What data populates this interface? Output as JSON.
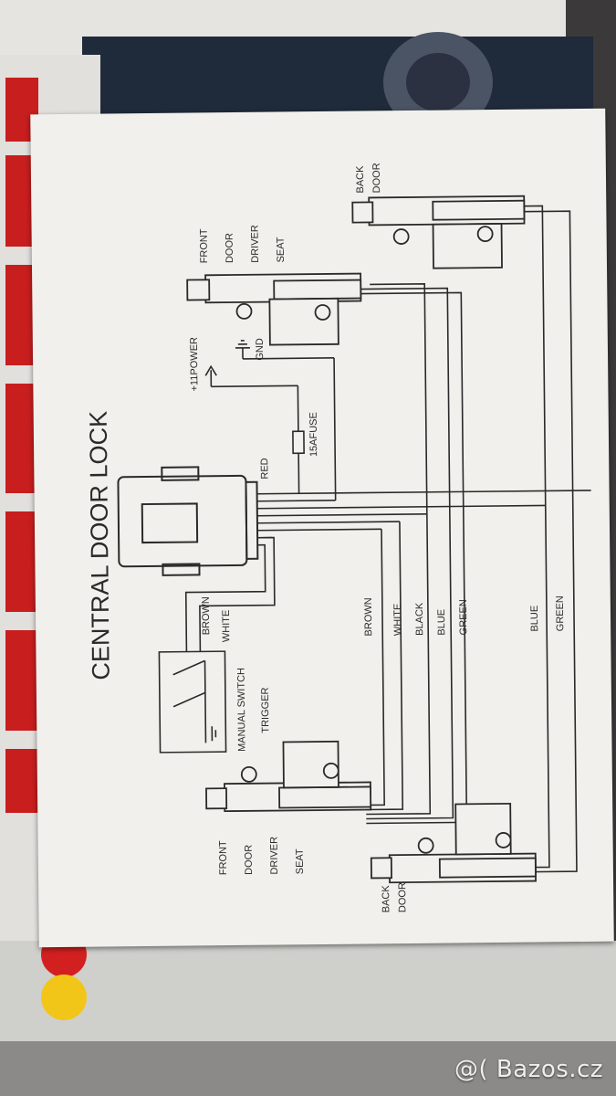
{
  "title": "CENTRAL DOOR LOCK",
  "labels": {
    "front_left_1": "FRONT",
    "front_left_2": "DOOR",
    "front_left_3": "DRIVER",
    "front_left_4": "SEAT",
    "front_right_1": "FRONT",
    "front_right_2": "DOOR",
    "front_right_3": "DRIVER",
    "front_right_4": "SEAT",
    "back_top_1": "BACK",
    "back_top_2": "DOOR",
    "back_bottom_1": "BACK",
    "back_bottom_2": "DOOR",
    "power": "+11POWER",
    "gnd": "GND",
    "fuse": "15AFUSE",
    "red": "RED",
    "brown_switch": "BROWN",
    "white_switch": "WHITE",
    "manual_switch": "MANUAL SWITCH",
    "trigger": "TRIGGER"
  },
  "wires": {
    "brown": "BROWN",
    "white": "WHITE",
    "black": "BLACK",
    "blue": "BLUE",
    "green": "GREEN",
    "blue2": "BLUE",
    "green2": "GREEN"
  },
  "watermark": "@( Bazos.cz",
  "colors": {
    "paper": "#f1f0ec",
    "ink": "#2a2a2a",
    "accent_red": "#c81e1e",
    "accent_yellow": "#f2c618"
  }
}
